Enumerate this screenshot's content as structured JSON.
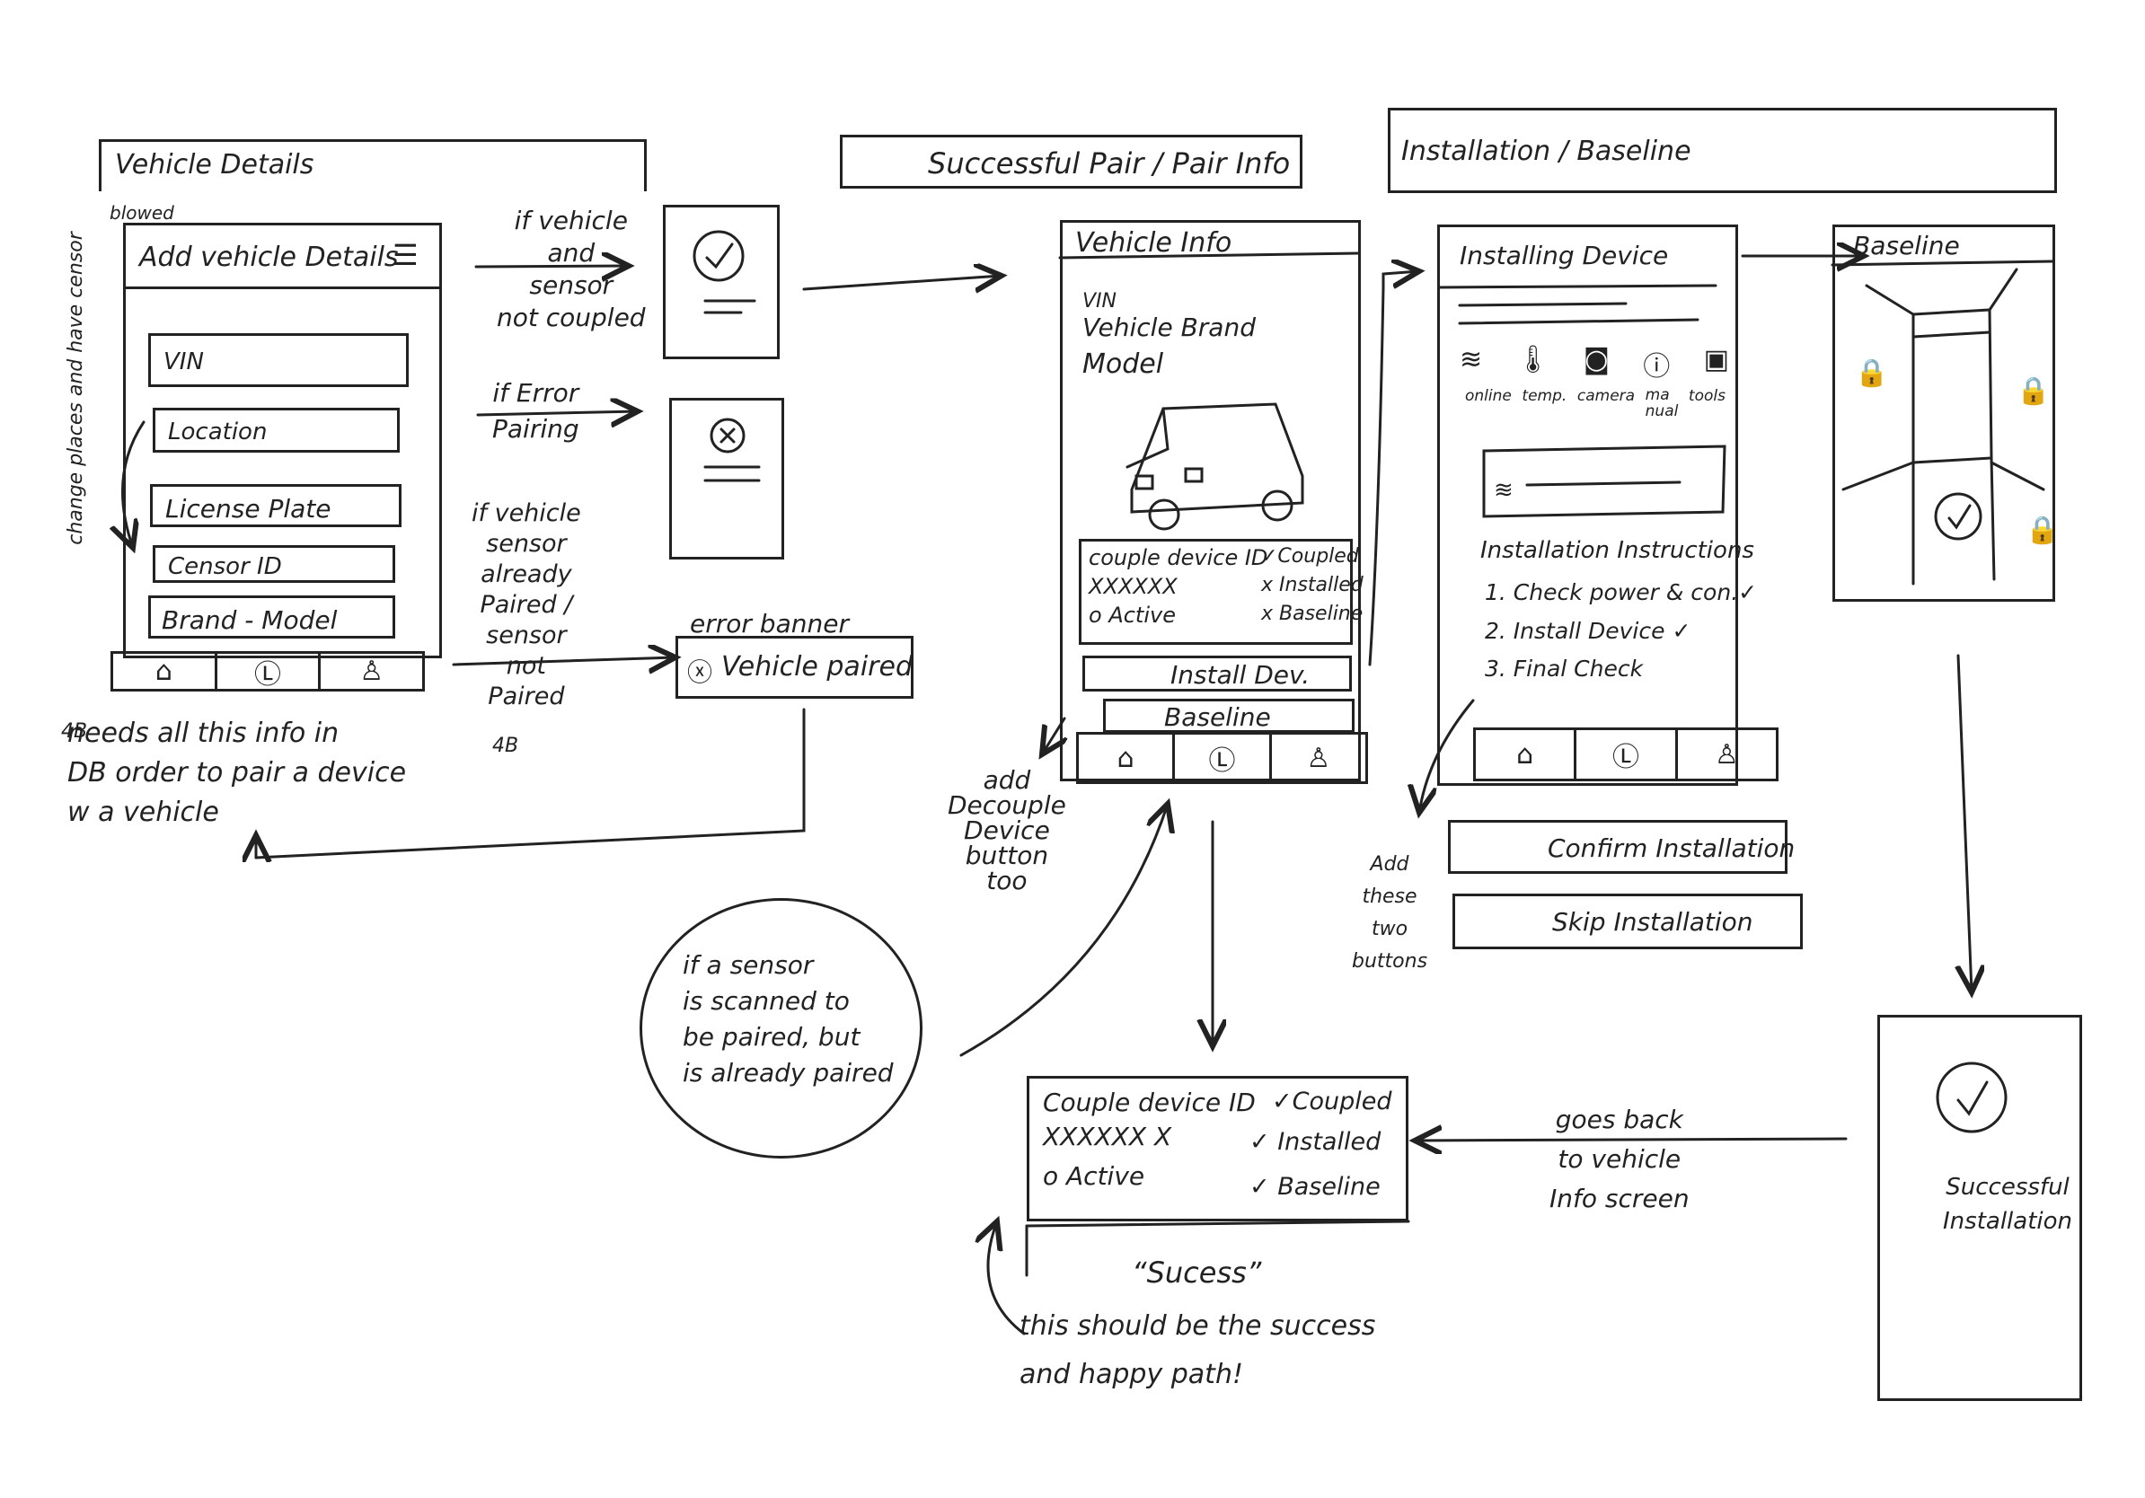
{
  "sections": {
    "vehicle_details": "Vehicle Details",
    "successful_pair": "Successful Pair / Pair Info",
    "installation_baseline": "Installation / Baseline"
  },
  "add_vehicle": {
    "title": "Add vehicle Details",
    "menu_icon": "hamburger-icon",
    "fields": [
      "VIN",
      "Location",
      "License Plate",
      "Censor ID",
      "Brand - Model"
    ],
    "side_note_1": "change places and have censor",
    "side_note_2": "blowed"
  },
  "conditions": {
    "not_coupled": "if  vehicle\nand\nsensor\nnot coupled",
    "error_pairing": "if  Error\nPairing",
    "already_paired": "if  vehicle\nsensor\nalready\nPaired /\nsensor\nnot\nPaired",
    "error_banner_label": "error banner",
    "error_banner_text": "Vehicle paired"
  },
  "db_note": "needs all this info in\nDB order to pair a device\nw a vehicle",
  "vehicle_info": {
    "title": "Vehicle Info",
    "vin": "VIN",
    "brand": "Vehicle Brand",
    "model": "Model",
    "couple_device_id": "couple device ID",
    "device_id_value": "XXXXXX",
    "active": "o Active",
    "coupled": "✓Coupled",
    "installed": "x Installed",
    "baseline": "x Baseline",
    "install_btn": "Install Dev.",
    "baseline_btn": "Baseline"
  },
  "decouple_note": "add\nDecouple\nDevice\nbutton\ntoo",
  "scan_note": "if a sensor\nis scanned to\nbe paired, but\nis already paired",
  "installing": {
    "title": "Installing Device",
    "icons": [
      "online",
      "temp.",
      "camera",
      "ma\nnual",
      "tools"
    ],
    "instructions_title": "Installation Instructions",
    "steps": [
      "1. Check power & con.✓",
      "2. Install Device ✓",
      "3. Final Check"
    ],
    "confirm_btn": "Confirm Installation",
    "skip_btn": "Skip Installation",
    "add_note": "Add\nthese\ntwo\nbuttons"
  },
  "baseline_screen": {
    "title": "Baseline"
  },
  "success_screen": {
    "text": "Successful\nInstallation"
  },
  "goes_back": "goes back\nto vehicle\nInfo screen",
  "final_card": {
    "couple_device_id": "Couple device ID",
    "device_id_value": "XXXXXX X",
    "active": "o Active",
    "coupled": "✓Coupled",
    "installed": "✓ Installed",
    "baseline": "✓ Baseline"
  },
  "sucess_label": "“Sucess”",
  "happy_path": "this should be the success\nand happy path!"
}
